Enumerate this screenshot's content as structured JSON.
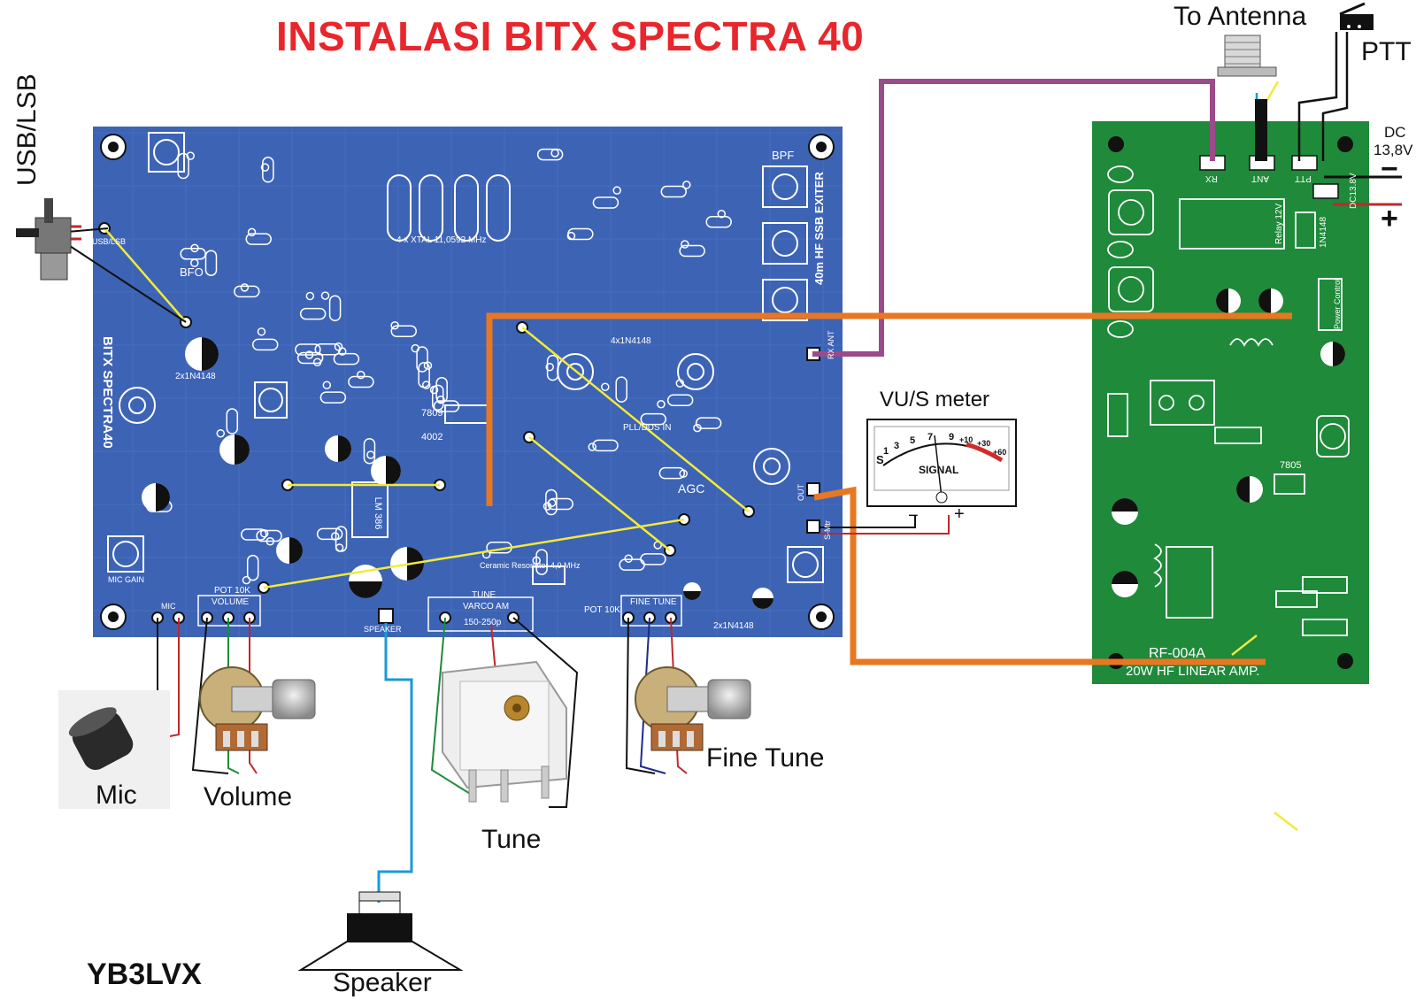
{
  "title": "INSTALASI BITX SPECTRA 40",
  "colors": {
    "exciter_board": "#3d63b5",
    "amp_board": "#1e8a3a",
    "title": "#e8262c",
    "wire_orange": "#e87722",
    "wire_purple": "#9b4a8a",
    "wire_yellow": "#f2ea3a",
    "wire_blue": "#1a9ad6"
  },
  "labels": {
    "usb_lsb": "USB/LSB",
    "to_antenna": "To Antenna",
    "ptt": "PTT",
    "dc": "DC",
    "dc_voltage": "13,8V",
    "dc_minus": "−",
    "dc_plus": "+",
    "vu_meter": "VU/S meter",
    "mic": "Mic",
    "volume": "Volume",
    "tune": "Tune",
    "fine_tune": "Fine Tune",
    "speaker": "Speaker",
    "callsign": "YB3LVX"
  },
  "meter": {
    "scale": [
      "S",
      "1",
      "3",
      "5",
      "7",
      "9",
      "+10",
      "+30",
      "+60"
    ],
    "face_label": "SIGNAL",
    "minus": "−",
    "plus": "+"
  },
  "exciter_board": {
    "side_label": "BITX SPECTRA40",
    "right_label": "40m HF SSB EXITER",
    "bpf": "BPF",
    "bfo": "BFO",
    "xtal": "4 x XTAL 11,0592 MHz",
    "agc": "AGC",
    "ic_lm386": "LM 386",
    "ic_7809": "7809",
    "ic_4002": "4002",
    "pll_dds": "PLL/DDS IN",
    "ceramic": "Ceramic Resonator 4,0 MHz",
    "varco": "VARCO AM",
    "varco_range": "150-250p",
    "tune_box": "TUNE",
    "pot_vol": "POT 10K",
    "pot_fine": "POT 10K",
    "volume_box": "VOLUME",
    "fine_box": "FINE TUNE",
    "mic_gain": "MIC GAIN",
    "mic_pad": "MIC",
    "speaker_pad": "SPEAKER",
    "usb_lsb_pad": "USB/LSB",
    "rx_ant": "RX ANT",
    "out": "OUT",
    "s_meter": "S-Mtr",
    "diode_pack": "2x1N4148",
    "diode_pack2": "4x1N4148",
    "diode_pack3": "2x1N4148"
  },
  "amp_board": {
    "name": "RF-004A",
    "subtitle": "20W HF LINEAR AMP.",
    "relay": "Relay 12V",
    "diode": "1N4148",
    "ic": "7805",
    "power_control": "Power Control",
    "pads": [
      "RX",
      "ANT",
      "PTT",
      "DC13.8V"
    ]
  }
}
